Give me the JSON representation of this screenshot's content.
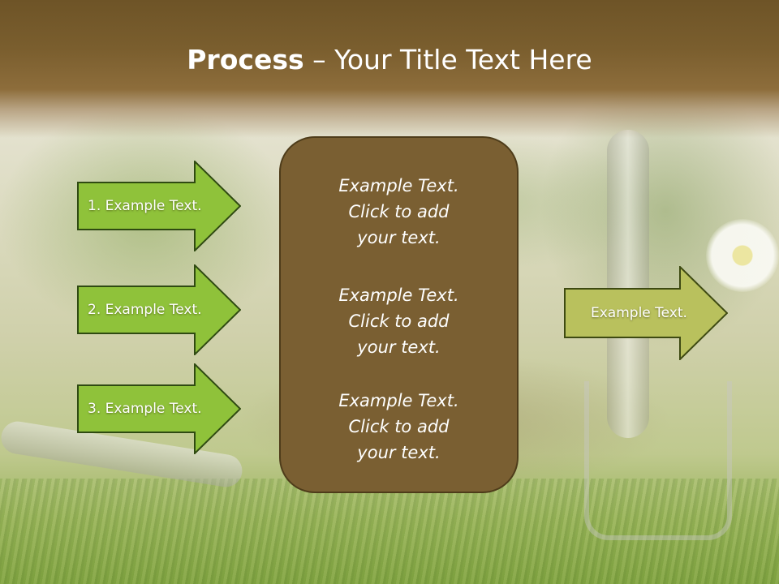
{
  "slide": {
    "title_bold": "Process",
    "title_rest": " – Your Title Text Here"
  },
  "left_arrows": [
    {
      "label": "1. Example Text."
    },
    {
      "label": "2. Example Text."
    },
    {
      "label": "3. Example Text."
    }
  ],
  "center_box": {
    "paragraphs": [
      "Example Text.\nClick  to add\nyour text.",
      "Example Text.\nClick  to add\nyour text.",
      "Example Text.\nClick  to add\nyour text."
    ]
  },
  "right_arrow": {
    "label": "Example Text."
  },
  "colors": {
    "header": "#7a5e2e",
    "left_arrow_fill": "#8fc23a",
    "right_arrow_fill": "#b9c15d",
    "center_box_fill": "#7a5f32",
    "text": "#ffffff"
  }
}
